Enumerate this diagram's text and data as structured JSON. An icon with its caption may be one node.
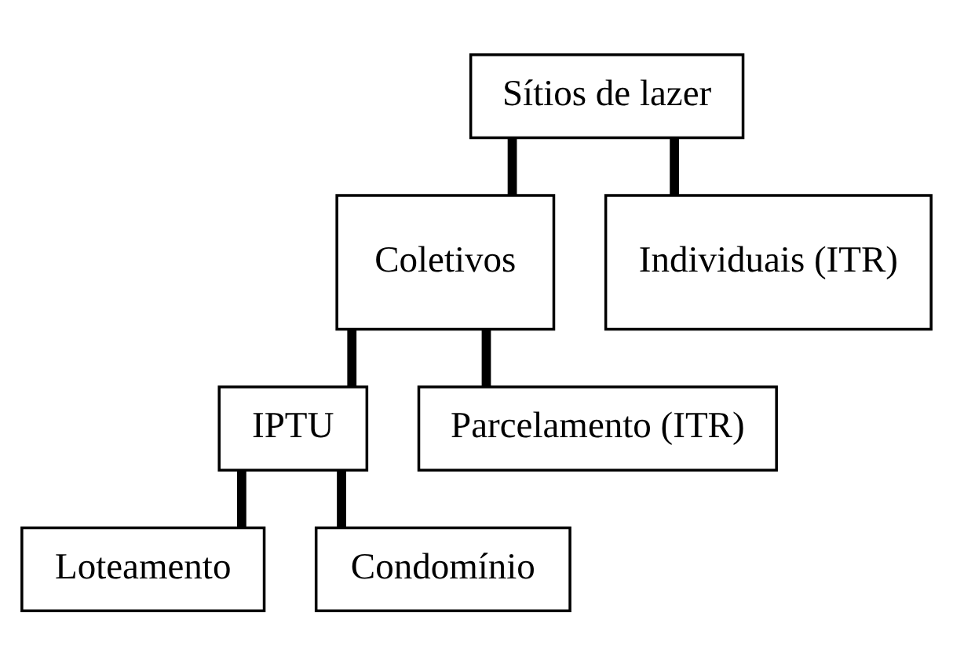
{
  "diagram": {
    "nodes": [
      {
        "text": [
          "Sítios de lazer"
        ]
      },
      {
        "text": [
          "Coletivos"
        ]
      },
      {
        "text": [
          "Individuais (ITR)"
        ]
      },
      {
        "text": [
          "IPTU"
        ]
      },
      {
        "text": [
          "Parcelamento (ITR)"
        ]
      },
      {
        "text": [
          "Loteamento"
        ]
      },
      {
        "text": [
          "Condomínio"
        ]
      }
    ],
    "edges": [
      {
        "from": 0,
        "to": 1,
        "arrow": "none"
      },
      {
        "from": 0,
        "to": 2,
        "arrow": "none"
      },
      {
        "from": 1,
        "to": 3,
        "arrow": "none"
      },
      {
        "from": 1,
        "to": 4,
        "arrow": "none"
      },
      {
        "from": 3,
        "to": 5,
        "arrow": "none"
      },
      {
        "from": 3,
        "to": 6,
        "arrow": "none"
      }
    ]
  }
}
